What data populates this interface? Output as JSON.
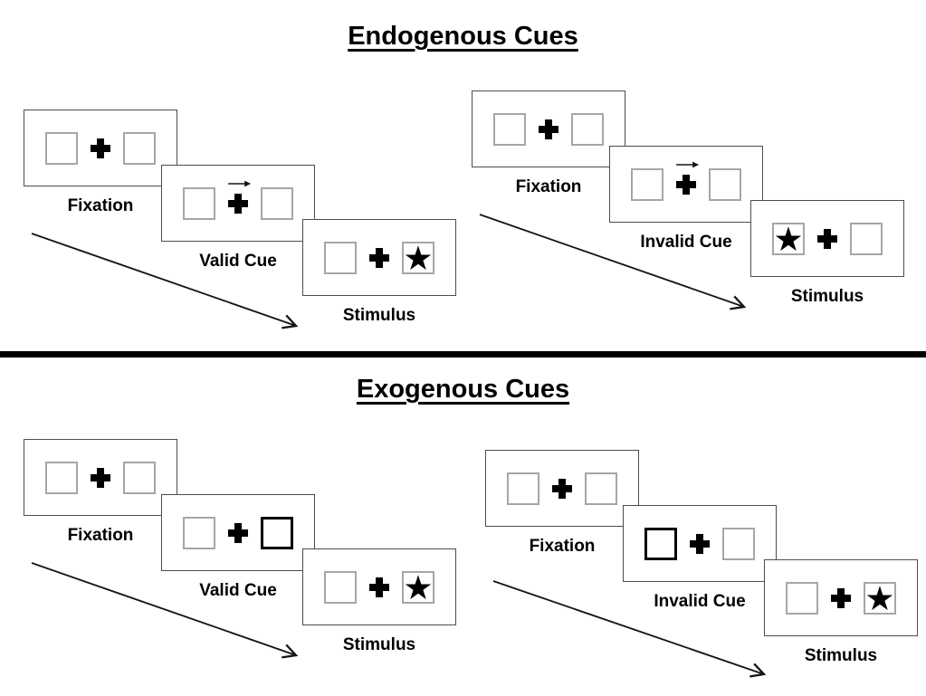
{
  "colors": {
    "background": "#ffffff",
    "ink": "#000000",
    "panel_border": "#4d4d4d",
    "box_border": "#a6a6a6",
    "divider": "#000000"
  },
  "glyphs": {
    "star": "★"
  },
  "sections": [
    {
      "title": "Endogenous Cues",
      "trials": [
        {
          "name": "valid-trial",
          "cue_type": "central-arrow-right",
          "stimulus_side": "right",
          "frames": [
            {
              "label": "Fixation"
            },
            {
              "label": "Valid Cue"
            },
            {
              "label": "Stimulus"
            }
          ]
        },
        {
          "name": "invalid-trial",
          "cue_type": "central-arrow-right",
          "stimulus_side": "left",
          "frames": [
            {
              "label": "Fixation"
            },
            {
              "label": "Invalid Cue"
            },
            {
              "label": "Stimulus"
            }
          ]
        }
      ]
    },
    {
      "title": "Exogenous Cues",
      "trials": [
        {
          "name": "valid-trial",
          "cue_type": "peripheral-box-right",
          "stimulus_side": "right",
          "frames": [
            {
              "label": "Fixation"
            },
            {
              "label": "Valid Cue"
            },
            {
              "label": "Stimulus"
            }
          ]
        },
        {
          "name": "invalid-trial",
          "cue_type": "peripheral-box-left",
          "stimulus_side": "right",
          "frames": [
            {
              "label": "Fixation"
            },
            {
              "label": "Invalid Cue"
            },
            {
              "label": "Stimulus"
            }
          ]
        }
      ]
    }
  ]
}
